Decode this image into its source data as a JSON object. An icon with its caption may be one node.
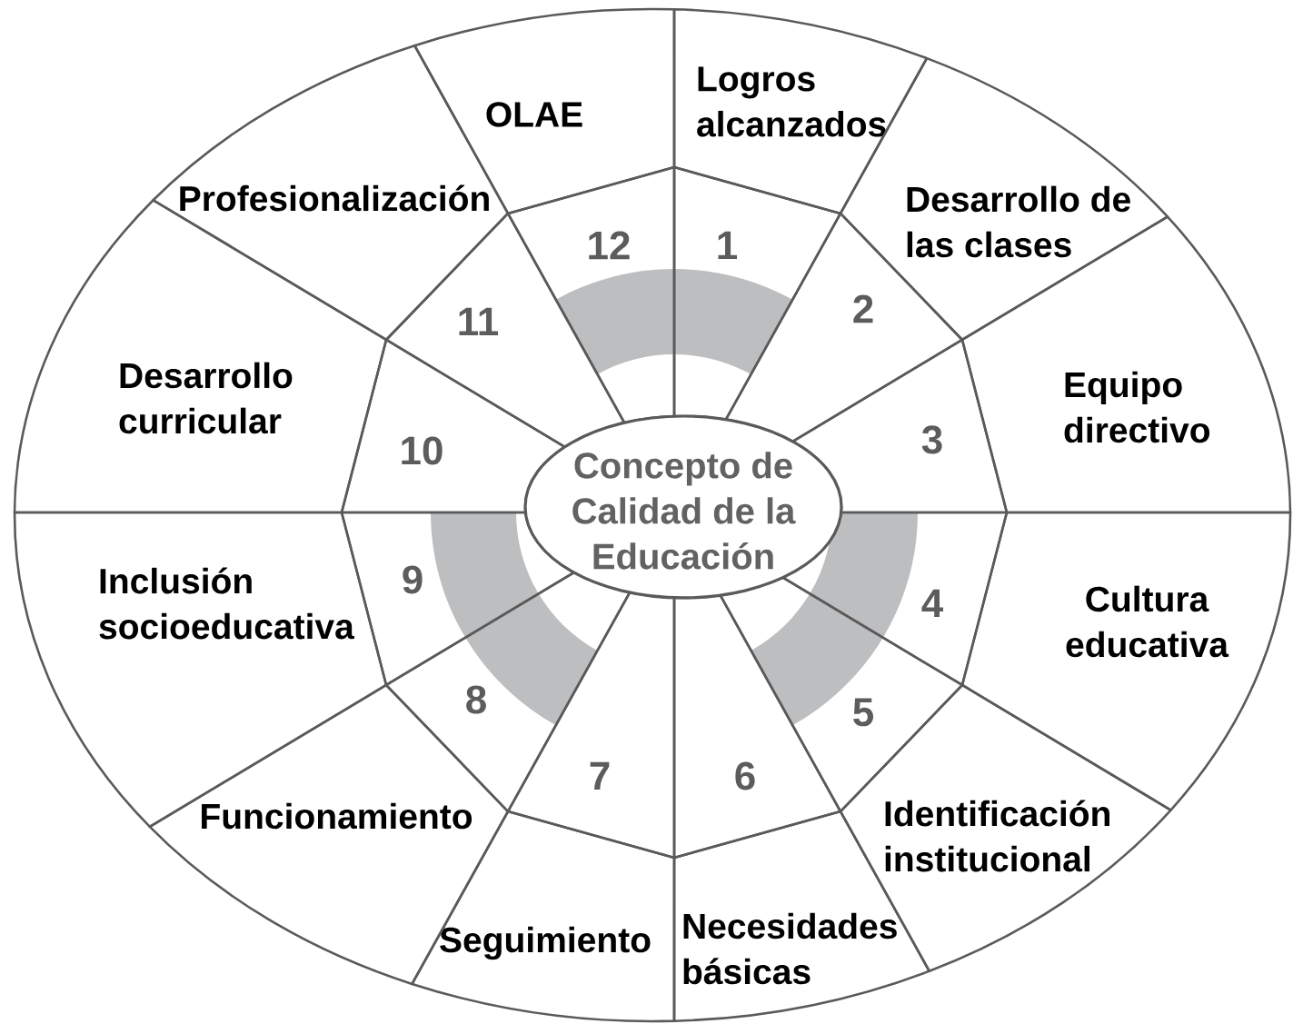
{
  "diagram": {
    "nodes": [
      {
        "text": [
          "Concepto de Calidad de la Educación"
        ]
      },
      {
        "text": [
          "1"
        ]
      },
      {
        "text": [
          "2"
        ]
      },
      {
        "text": [
          "3"
        ]
      },
      {
        "text": [
          "4"
        ]
      },
      {
        "text": [
          "5"
        ]
      },
      {
        "text": [
          "6"
        ]
      },
      {
        "text": [
          "7"
        ]
      },
      {
        "text": [
          "8"
        ]
      },
      {
        "text": [
          "9"
        ]
      },
      {
        "text": [
          "10"
        ]
      },
      {
        "text": [
          "11"
        ]
      },
      {
        "text": [
          "12"
        ]
      },
      {
        "text": [
          "Logros alcanzados"
        ]
      },
      {
        "text": [
          "Desarrollo de las clases"
        ]
      },
      {
        "text": [
          "Equipo directivo"
        ]
      },
      {
        "text": [
          "Cultura educativa"
        ]
      },
      {
        "text": [
          "Identificación institucional"
        ]
      },
      {
        "text": [
          "Necesidades básicas"
        ]
      },
      {
        "text": [
          "Seguimiento"
        ]
      },
      {
        "text": [
          "Funcionamiento"
        ]
      },
      {
        "text": [
          "Inclusión socioeducativa"
        ]
      },
      {
        "text": [
          "Desarrollo curricular"
        ]
      },
      {
        "text": [
          "Profesionalización"
        ]
      },
      {
        "text": [
          "OLAE"
        ]
      },
      {
        "text": [],
        "shape": "arc"
      },
      {
        "text": [],
        "shape": "arc"
      },
      {
        "text": [],
        "shape": "arc"
      }
    ]
  }
}
